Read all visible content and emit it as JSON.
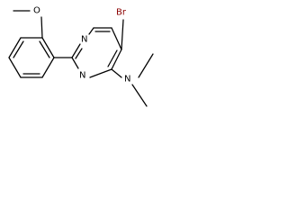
{
  "molecule": {
    "atoms": {
      "br": "Br",
      "o": "O",
      "n_ring_left": "N",
      "n_ring_bottom": "N",
      "n_dimethylamino": "N"
    },
    "colors": {
      "bond": "#000000",
      "label": "#000000",
      "bromine": "#8b0000"
    }
  }
}
